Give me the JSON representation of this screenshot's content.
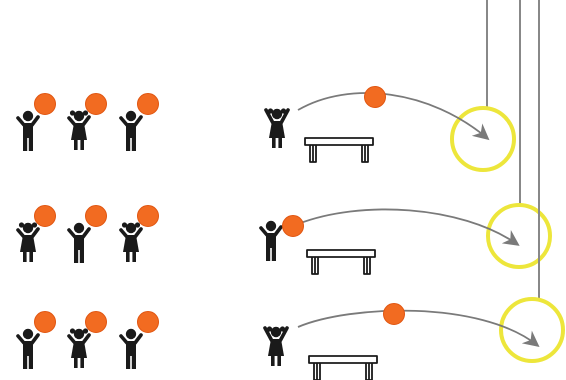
{
  "colors": {
    "background": "#ffffff",
    "figure": "#1a1a1a",
    "ball": "#f26b21",
    "ball_outline": "#e05510",
    "hoop": "#ede63b",
    "rope": "#888888",
    "trajectory": "#7a7a7a",
    "bench": "#1a1a1a"
  },
  "rows": [
    {
      "waiting_children": [
        {
          "type": "boy",
          "icon": "child-holding-ball-icon"
        },
        {
          "type": "girl",
          "icon": "child-holding-ball-icon"
        },
        {
          "type": "boy",
          "icon": "child-holding-ball-icon"
        }
      ],
      "thrower": {
        "type": "girl",
        "holding_ball": false
      },
      "ball_in_flight": true,
      "target": "hoop"
    },
    {
      "waiting_children": [
        {
          "type": "girl",
          "icon": "child-holding-ball-icon"
        },
        {
          "type": "boy",
          "icon": "child-holding-ball-icon"
        },
        {
          "type": "girl",
          "icon": "child-holding-ball-icon"
        }
      ],
      "thrower": {
        "type": "boy",
        "holding_ball": true
      },
      "ball_in_flight": false,
      "target": "hoop"
    },
    {
      "waiting_children": [
        {
          "type": "boy",
          "icon": "child-holding-ball-icon"
        },
        {
          "type": "girl",
          "icon": "child-holding-ball-icon"
        },
        {
          "type": "boy",
          "icon": "child-holding-ball-icon"
        }
      ],
      "thrower": {
        "type": "girl",
        "holding_ball": false
      },
      "ball_in_flight": true,
      "target": "hoop"
    }
  ]
}
